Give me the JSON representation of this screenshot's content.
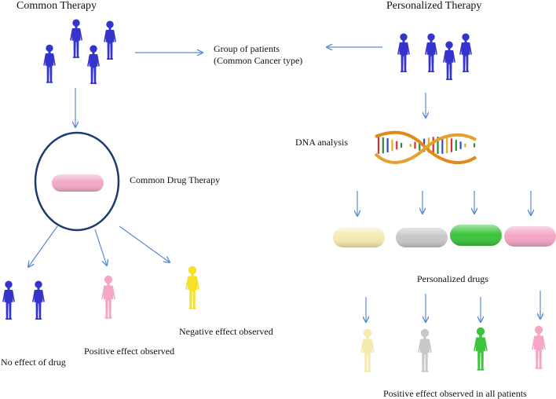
{
  "headers": {
    "common": "Common Therapy",
    "personalized": "Personalized Therapy"
  },
  "group_label": {
    "line1": "Group of patients",
    "line2": "(Common Cancer type)"
  },
  "common": {
    "drug_label": "Common Drug Therapy",
    "no_effect": "No effect of drug",
    "positive": "Positive effect observed",
    "negative": "Negative effect observed",
    "colors": {
      "patient": "#3434cc",
      "pill": "#f2a9c8",
      "positive": "#f4a6c6",
      "negative": "#f3e12a",
      "circle": "#1f3a6e"
    }
  },
  "personalized": {
    "dna_label": "DNA analysis",
    "drugs_label": "Personalized drugs",
    "outcome": "Positive effect observed in all patients",
    "drug_colors": [
      "#f5ebb0",
      "#c8c8c8",
      "#3cc43c",
      "#f4a6c6"
    ]
  },
  "colors": {
    "arrow": "#5b8bd0"
  }
}
